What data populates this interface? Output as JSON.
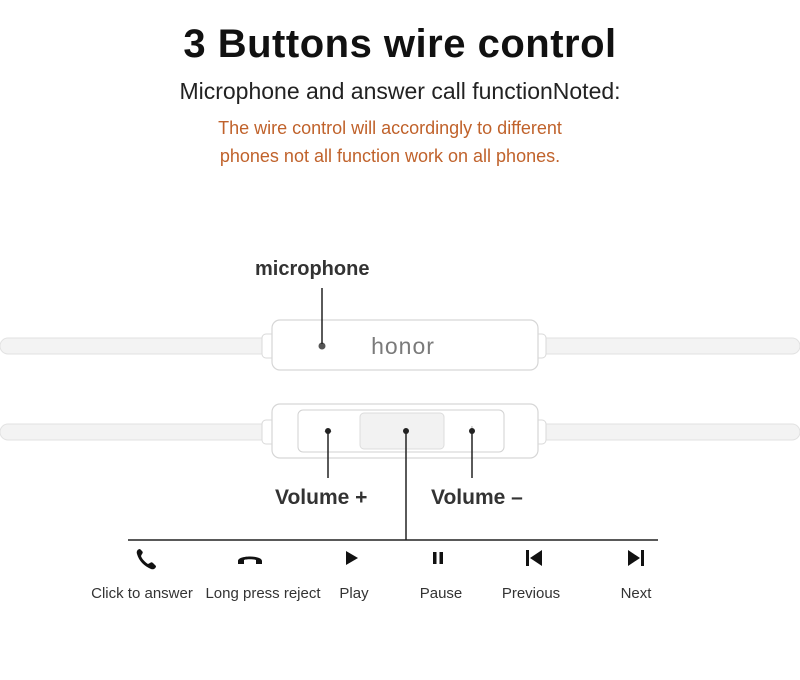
{
  "header": {
    "title": "3 Buttons wire control",
    "subtitle": "Microphone and answer call functionNoted:",
    "note_line1": "The wire control will accordingly to different",
    "note_line2": "phones not all function work on all phones."
  },
  "remote": {
    "brand": "honor",
    "microphone_label": "microphone",
    "volume_plus_label": "Volume +",
    "volume_minus_label": "Volume –"
  },
  "functions": [
    {
      "label": "Click to answer",
      "icon": "phone-answer-icon"
    },
    {
      "label": "Long press reject",
      "icon": "phone-hangup-icon"
    },
    {
      "label": "Play",
      "icon": "play-icon"
    },
    {
      "label": "Pause",
      "icon": "pause-icon"
    },
    {
      "label": "Previous",
      "icon": "previous-icon"
    },
    {
      "label": "Next",
      "icon": "next-icon"
    }
  ],
  "colors": {
    "note": "#c0622b",
    "cable": "#f1f1f1",
    "outline": "#d6d6d6"
  }
}
